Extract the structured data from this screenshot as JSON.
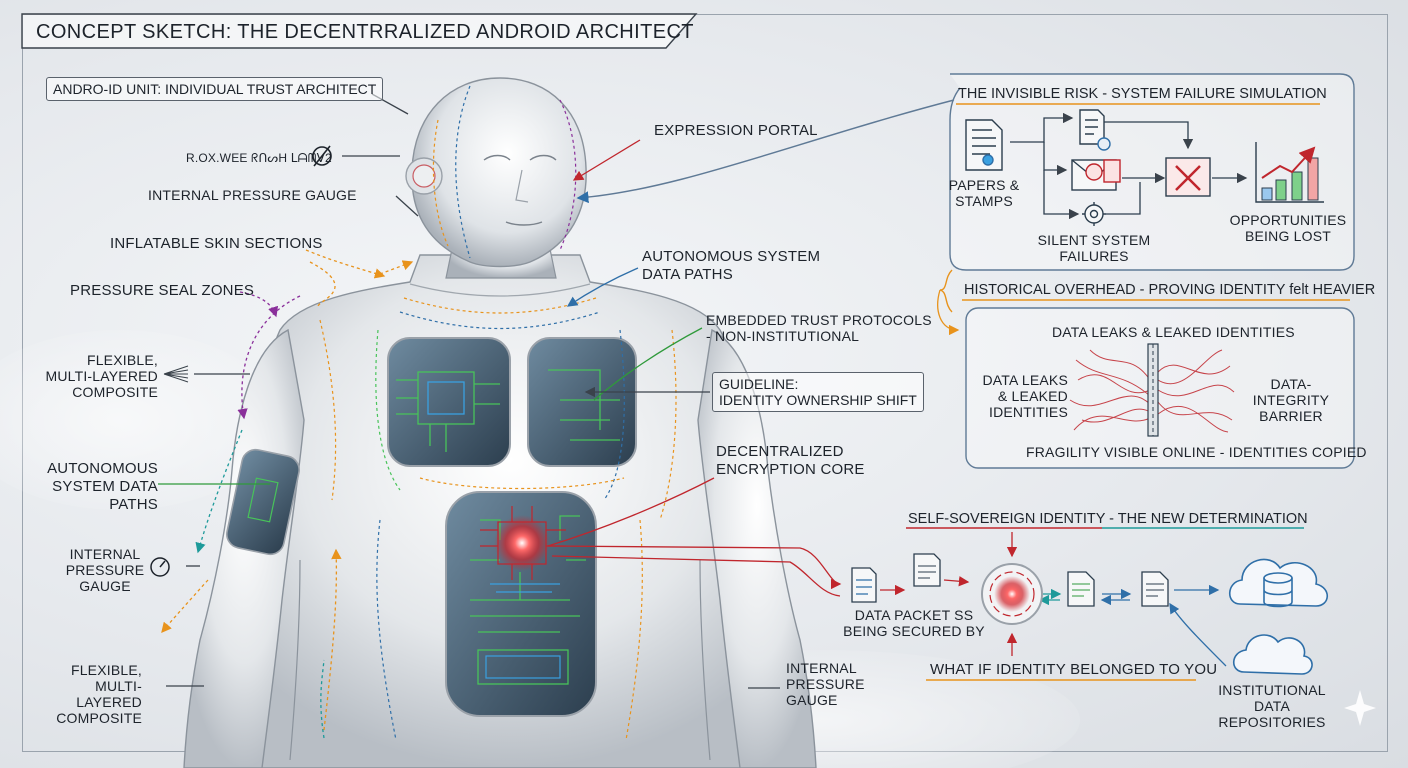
{
  "title": "CONCEPT SKETCH: THE DECENTRRALIZED ANDROID ARCHITECT",
  "unit_label": "ANDRO-ID UNIT: INDIVIDUAL TRUST ARCHITECT",
  "scribble": "R.OX.WEE ᖇᑎᔕH ᒪᗩᗰᐯ2",
  "body_labels": {
    "expression_portal": "EXPRESSION PORTAL",
    "internal_pressure_gauge_top": "INTERNAL PRESSURE GAUGE",
    "inflatable_skin": "INFLATABLE SKIN SECTIONS",
    "pressure_seal": "PRESSURE SEAL ZONES",
    "flexible_composite_1": "FLEXIBLE,\nMULTI-LAYERED\nCOMPOSITE",
    "autonomous_paths_left": "AUTONOMOUS\nSYSTEM DATA\nPATHS",
    "internal_pressure_gauge_left": "INTERNAL\nPRESSURE\nGAUGE",
    "flexible_composite_2": "FLEXIBLE,\nMULTI-LAYERED\nCOMPOSITE",
    "autonomous_paths_right": "AUTONOMOUS SYSTEM\nDATA PATHS",
    "embedded_trust": "EMBEDDED TRUST PROTOCOLS\n- NON-INSTITUTIONAL",
    "guideline": "GUIDELINE:\nIDENTITY OWNERSHIP SHIFT",
    "encryption_core": "DECENTRALIZED\nENCRYPTION CORE",
    "internal_pressure_gauge_bottom": "INTERNAL\nPRESSURE\nGAUGE"
  },
  "risk_panel": {
    "heading": "THE INVISIBLE RISK - SYSTEM FAILURE SIMULATION",
    "papers": "PAPERS &\nSTAMPS",
    "silent": "SILENT SYSTEM\nFAILURES",
    "opportunities": "OPPORTUNITIES\nBEING LOST"
  },
  "historical": {
    "heading": "HISTORICAL OVERHEAD - PROVING IDENTITY felt HEAVIER",
    "leaks_top": "DATA LEAKS & LEAKED IDENTITIES",
    "leaks_left": "DATA LEAKS\n& LEAKED\nIDENTITIES",
    "barrier": "DATA-INTEGRITY\nBARRIER",
    "fragility": "FRAGILITY VISIBLE ONLINE - IDENTITIES COPIED"
  },
  "sovereign": {
    "heading": "SELF-SOVEREIGN IDENTITY - THE NEW DETERMINATION",
    "packets": "DATA PACKET SS\nBEING SECURED BY",
    "what_if": "WHAT IF IDENTITY BELONGED TO YOU",
    "repositories": "INSTITUTIONAL\nDATA REPOSITORIES"
  },
  "colors": {
    "red": "#c0262d",
    "purple": "#8a2f9a",
    "orange": "#e8931c",
    "green": "#2f9a3b",
    "blue": "#2f6fa8",
    "teal": "#1e9a9a",
    "ink": "#1d232b"
  }
}
